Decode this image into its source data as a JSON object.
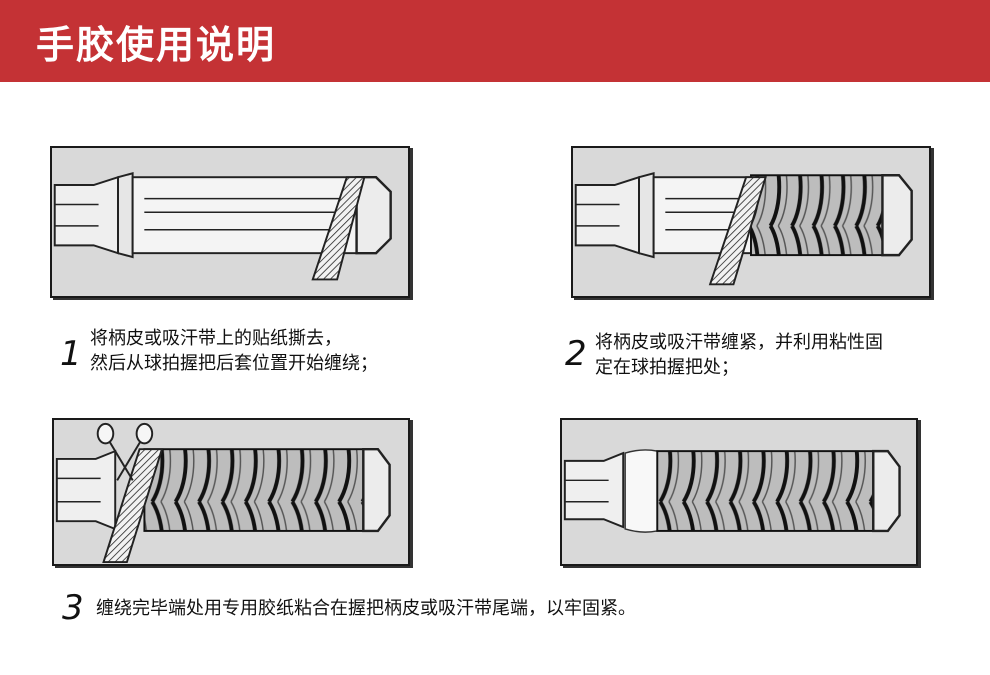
{
  "header": {
    "title": "手胶使用说明",
    "background": "#c43235"
  },
  "steps": [
    {
      "number": "1",
      "lines": [
        "将柄皮或吸汗带上的贴纸撕去，",
        "然后从球拍握把后套位置开始缠绕；"
      ]
    },
    {
      "number": "2",
      "lines": [
        "将柄皮或吸汗带缠紧，并利用粘性固",
        "定在球拍握把处；"
      ]
    },
    {
      "number": "3",
      "lines": [
        "缠绕完毕端处用专用胶纸粘合在握把柄皮或吸汗带尾端，以牢固紧。"
      ]
    }
  ],
  "illustrations": [
    {
      "name": "step-1-illustration",
      "wrap_progress": 0.0
    },
    {
      "name": "step-2-illustration",
      "wrap_progress": 0.55
    },
    {
      "name": "step-3-illustration",
      "wrap_progress": 0.85
    },
    {
      "name": "step-4-illustration",
      "wrap_progress": 0.85
    }
  ]
}
